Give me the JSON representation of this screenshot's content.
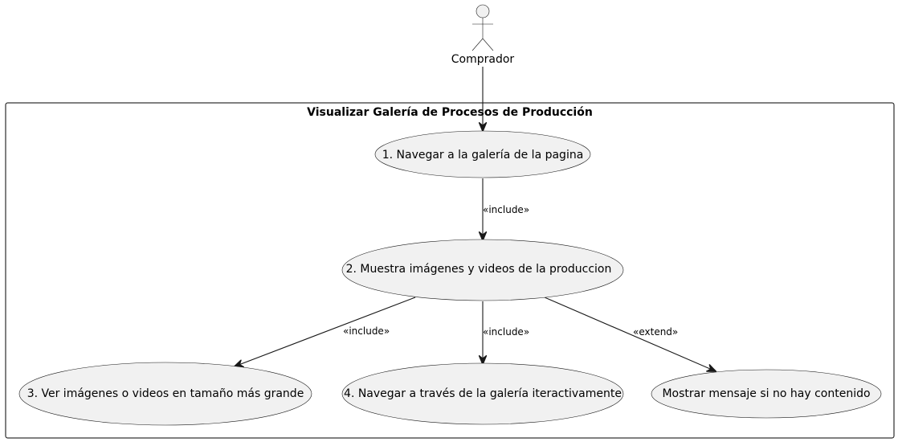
{
  "actor": {
    "name": "Comprador"
  },
  "boundary": {
    "title": "Visualizar Galería de Procesos de Producción"
  },
  "use_cases": [
    {
      "id": "uc1",
      "label": "1. Navegar a la galería de la pagina"
    },
    {
      "id": "uc2",
      "label": "2. Muestra imágenes y videos de la produccion"
    },
    {
      "id": "uc3",
      "label": "3. Ver imágenes o videos en tamaño más grande"
    },
    {
      "id": "uc4",
      "label": "4. Navegar a través de la galería iteractivamente"
    },
    {
      "id": "uc5",
      "label": "Mostrar mensaje si no hay contenido"
    }
  ],
  "relations": [
    {
      "from": "actor",
      "to": "uc1",
      "label": ""
    },
    {
      "from": "uc1",
      "to": "uc2",
      "label": "«include»"
    },
    {
      "from": "uc2",
      "to": "uc3",
      "label": "«include»"
    },
    {
      "from": "uc2",
      "to": "uc4",
      "label": "«include»"
    },
    {
      "from": "uc2",
      "to": "uc5",
      "label": "«extend»"
    }
  ]
}
